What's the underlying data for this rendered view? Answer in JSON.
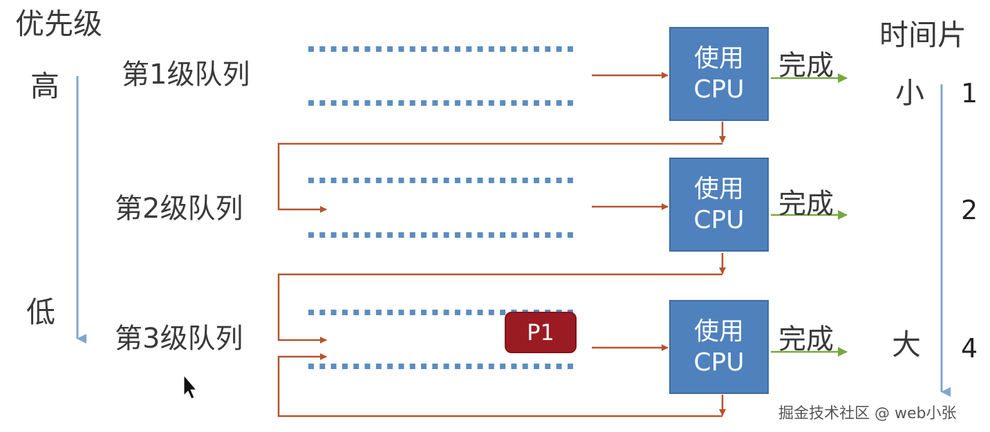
{
  "priority": {
    "title": "优先级",
    "high": "高",
    "low": "低"
  },
  "timeslice": {
    "title": "时间片",
    "small": "小",
    "large": "大"
  },
  "queues": [
    {
      "label": "第1级队列",
      "cpu_line1": "使用",
      "cpu_line2": "CPU",
      "done": "完成",
      "slice": "1"
    },
    {
      "label": "第2级队列",
      "cpu_line1": "使用",
      "cpu_line2": "CPU",
      "done": "完成",
      "slice": "2"
    },
    {
      "label": "第3级队列",
      "cpu_line1": "使用",
      "cpu_line2": "CPU",
      "done": "完成",
      "slice": "4"
    }
  ],
  "process": {
    "label": "P1"
  },
  "watermark": "掘金技术社区 @ web小张",
  "colors": {
    "cpu_fill": "#4f81bd",
    "queue_dots": "#5b8dc0",
    "flow_arrow": "#b5532e",
    "done_arrow": "#77a844",
    "axis_arrow": "#7fa6cf",
    "process_fill": "#9b1b22"
  }
}
